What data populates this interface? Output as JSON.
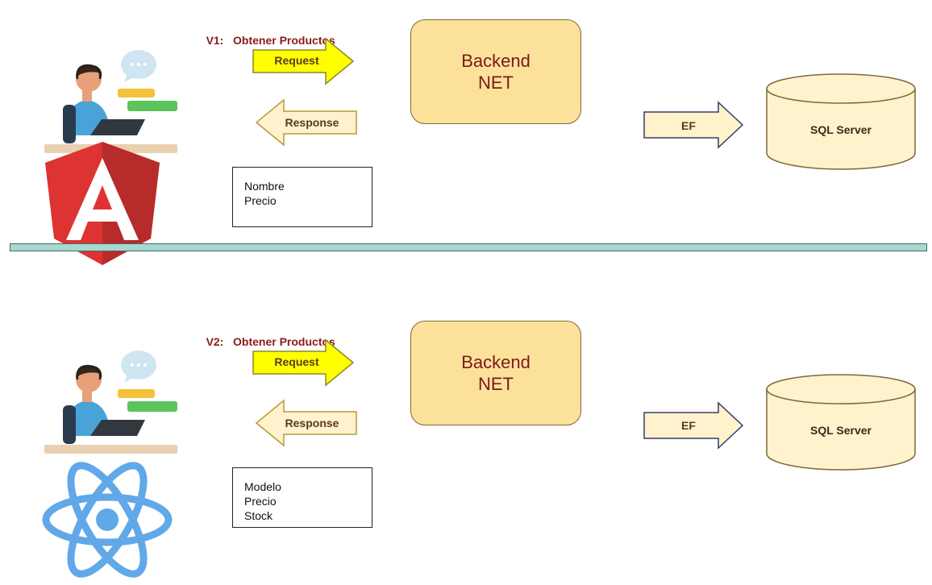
{
  "colors": {
    "version_text": "#8b1a1a",
    "request_arrow": "#ffff00",
    "response_arrow": "#fff2cc",
    "ef_arrow": "#fff2cc",
    "backend_fill": "#fce19a",
    "db_fill": "#fff2cc",
    "divider": "#a8d8cf",
    "angular_red": "#dd3333",
    "react_blue": "#61a8e8"
  },
  "sections": [
    {
      "version": "V1:",
      "title": "Obtener Productos",
      "request_label": "Request",
      "response_label": "Response",
      "backend": [
        "Backend",
        "NET"
      ],
      "ef_label": "EF",
      "db_label": "SQL Server",
      "fields": [
        "Nombre",
        "Precio"
      ],
      "framework_icon": "angular-logo-icon",
      "person_icon": "developer-at-laptop-icon"
    },
    {
      "version": "V2:",
      "title": "Obtener Productos",
      "request_label": "Request",
      "response_label": "Response",
      "backend": [
        "Backend",
        "NET"
      ],
      "ef_label": "EF",
      "db_label": "SQL Server",
      "fields": [
        "Modelo",
        "Precio",
        "Stock"
      ],
      "framework_icon": "react-logo-icon",
      "person_icon": "developer-at-laptop-icon"
    }
  ]
}
